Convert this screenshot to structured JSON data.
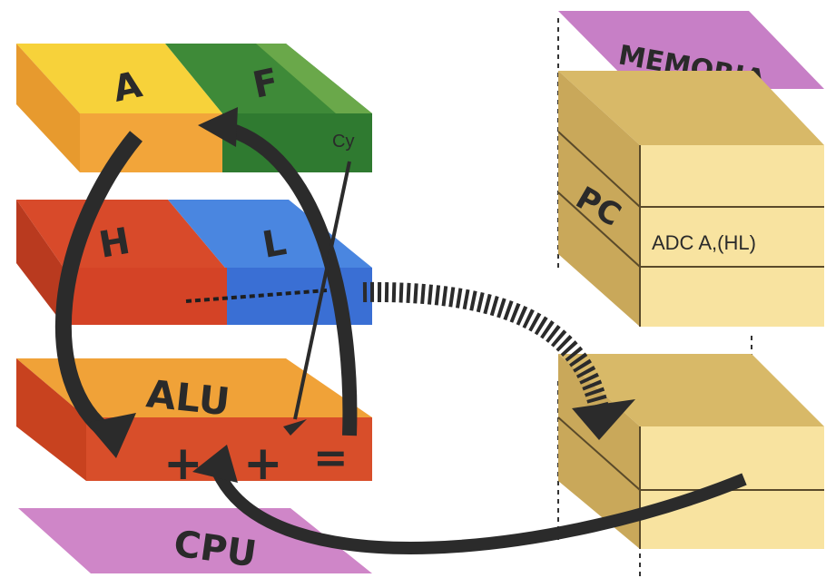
{
  "diagram": {
    "registers": {
      "a": "A",
      "f": "F",
      "cy": "Cy",
      "h": "H",
      "l": "L"
    },
    "alu": {
      "label": "ALU",
      "plus_1": "+",
      "plus_2": "+",
      "equals": "="
    },
    "cpu_label": "CPU",
    "memory": {
      "label": "MEMORIA",
      "pc": "PC",
      "instruction": "ADC A,(HL)"
    },
    "colors": {
      "register_a": "#f2a53a",
      "register_f": "#3f8a3a",
      "register_h": "#d8472a",
      "register_l": "#3a72d8",
      "alu": "#f29a3a",
      "cpu_plate": "#cf86c8",
      "memory_plate": "#c77fc6",
      "memory_block": "#fae7a0",
      "arrow": "#2b2b2b"
    }
  }
}
